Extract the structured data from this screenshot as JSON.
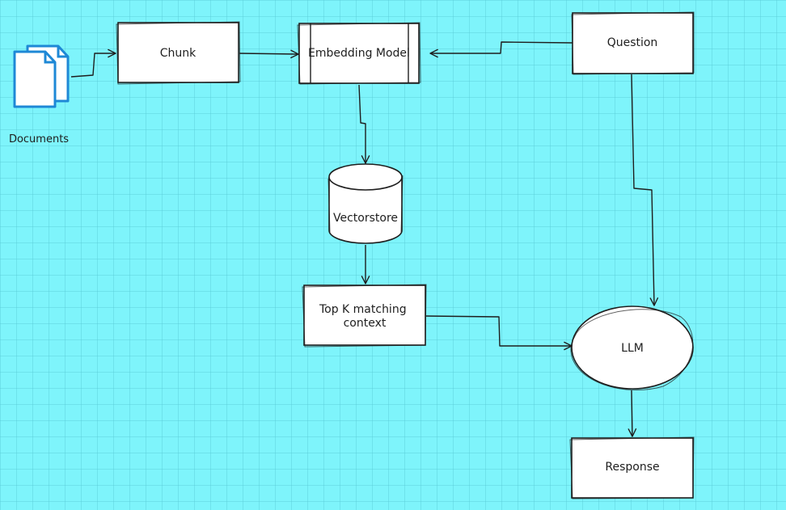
{
  "nodes": {
    "documents": {
      "label": "Documents",
      "icon": "documents-icon",
      "color": "#1e88d6"
    },
    "chunk": {
      "label": "Chunk"
    },
    "embedding_model": {
      "label": "Embedding Model"
    },
    "question": {
      "label": "Question"
    },
    "vectorstore": {
      "label": "Vectorstore"
    },
    "top_k": {
      "label_line1": "Top K matching",
      "label_line2": "context"
    },
    "llm": {
      "label": "LLM"
    },
    "response": {
      "label": "Response"
    }
  },
  "edges": [
    {
      "from": "documents",
      "to": "chunk"
    },
    {
      "from": "chunk",
      "to": "embedding_model"
    },
    {
      "from": "question",
      "to": "embedding_model"
    },
    {
      "from": "embedding_model",
      "to": "vectorstore"
    },
    {
      "from": "vectorstore",
      "to": "top_k"
    },
    {
      "from": "top_k",
      "to": "llm"
    },
    {
      "from": "question",
      "to": "llm"
    },
    {
      "from": "llm",
      "to": "response"
    }
  ],
  "colors": {
    "background": "#7ef4fb",
    "stroke": "#1e1e1e",
    "node_fill": "#ffffff",
    "document_icon": "#1e88d6"
  }
}
